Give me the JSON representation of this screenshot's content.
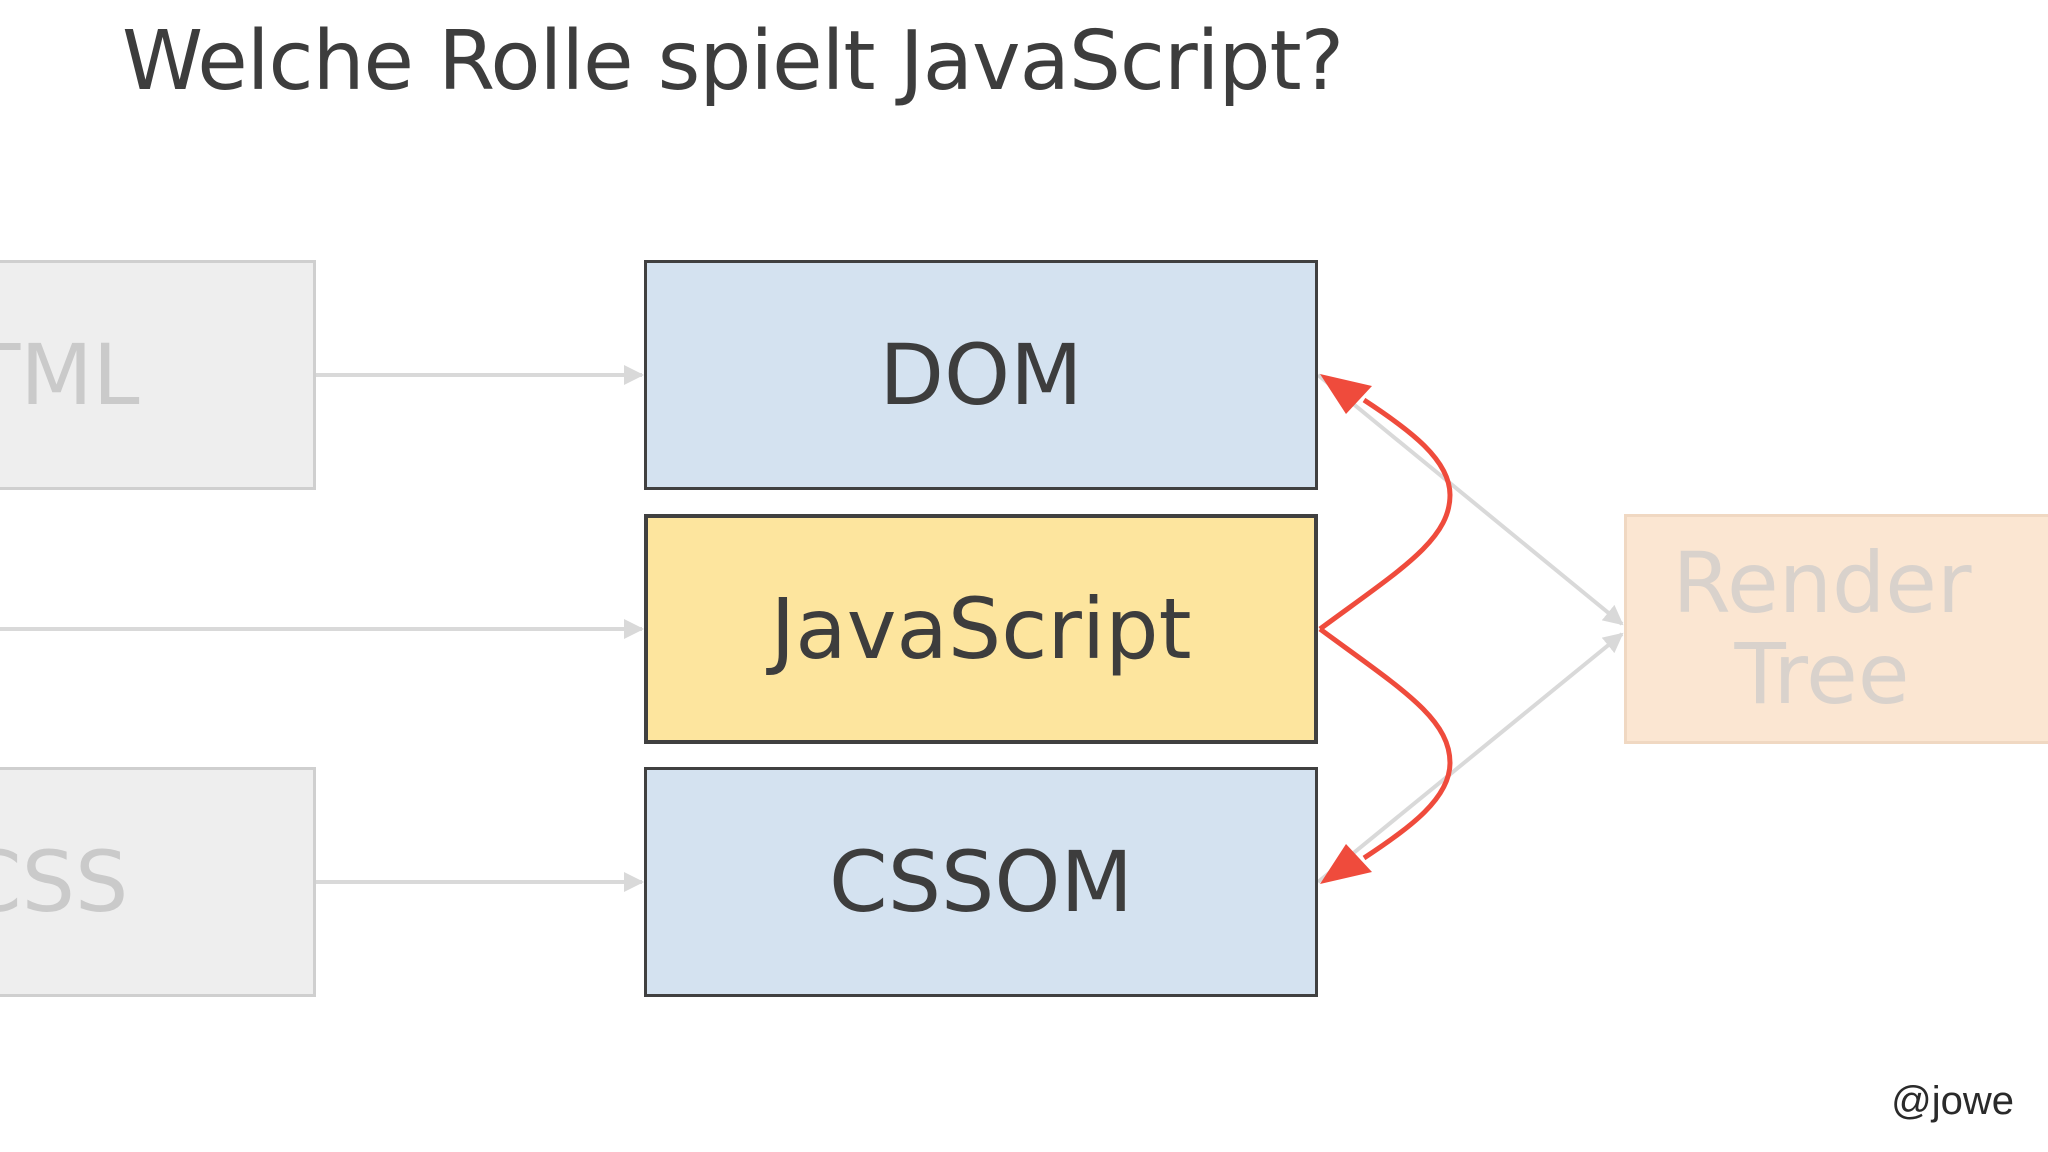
{
  "slide": {
    "title": "Welche Rolle spielt JavaScript?",
    "credit": "@jowe"
  },
  "nodes": {
    "html": {
      "label": "TML",
      "state": "faded"
    },
    "css": {
      "label": "CSS",
      "state": "faded"
    },
    "dom": {
      "label": "DOM",
      "state": "active"
    },
    "javascript": {
      "label": "JavaScript",
      "state": "highlighted"
    },
    "cssom": {
      "label": "CSSOM",
      "state": "active"
    },
    "render_tree": {
      "label_line1": "Render",
      "label_line2": "Tree",
      "state": "faded"
    }
  },
  "edges": [
    {
      "from": "html",
      "to": "dom",
      "style": "faded"
    },
    {
      "from": "javascript-source",
      "to": "javascript",
      "style": "faded"
    },
    {
      "from": "css",
      "to": "cssom",
      "style": "faded"
    },
    {
      "from": "dom",
      "to": "render_tree",
      "style": "faded"
    },
    {
      "from": "cssom",
      "to": "render_tree",
      "style": "faded"
    },
    {
      "from": "javascript",
      "to": "dom",
      "style": "highlight"
    },
    {
      "from": "javascript",
      "to": "cssom",
      "style": "highlight"
    }
  ],
  "colors": {
    "highlight_arrow": "#ef4b3c",
    "faded_arrow": "#d9d9d9",
    "dom_fill": "#d4e2f0",
    "cssom_fill": "#d4e2f0",
    "javascript_fill": "#fde59e",
    "render_fill": "#fbe6d2",
    "faded_fill": "#eeeeee",
    "text": "#3d3d3d"
  }
}
